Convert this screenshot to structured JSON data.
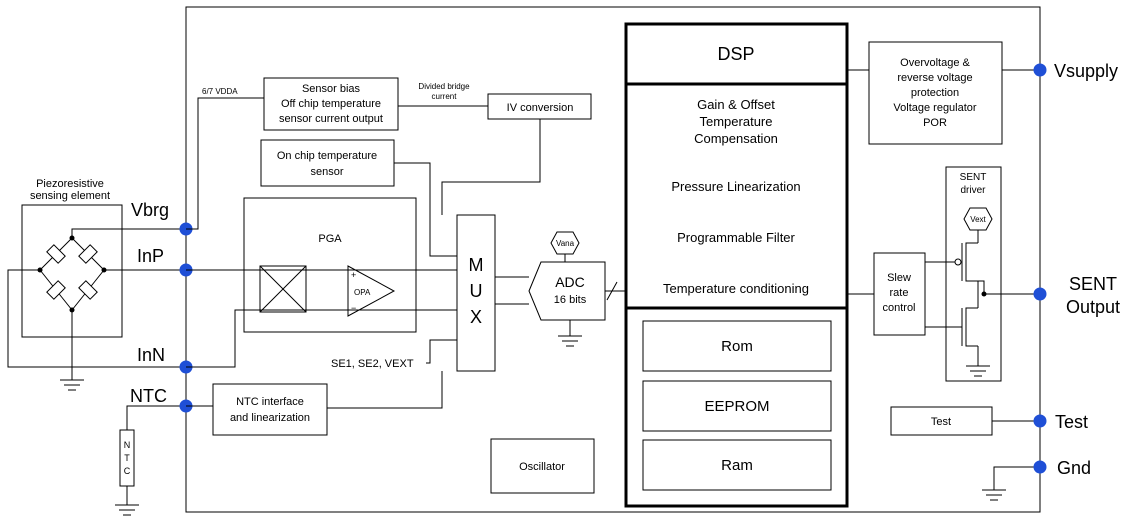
{
  "pins": {
    "vbrg": "Vbrg",
    "inp": "InP",
    "inn": "InN",
    "ntc": "NTC",
    "vsupply": "Vsupply",
    "sent_output_line1": "SENT",
    "sent_output_line2": "Output",
    "test": "Test",
    "gnd": "Gnd"
  },
  "sensing": {
    "title_line1": "Piezoresistive",
    "title_line2": "sensing element"
  },
  "ntc_resistor": {
    "letters": [
      "N",
      "T",
      "C"
    ]
  },
  "sensor_bias": {
    "line1": "Sensor bias",
    "line2": "Off chip temperature",
    "line3": "sensor current output",
    "vdda_label": "6/7 VDDA"
  },
  "divided_bridge": {
    "line1": "Divided bridge",
    "line2": "current"
  },
  "iv_conversion": "IV conversion",
  "on_chip_temp": {
    "line1": "On chip temperature",
    "line2": "sensor"
  },
  "pga": {
    "title": "PGA",
    "opa": "OPA",
    "plus": "+",
    "minus": "−"
  },
  "mux": {
    "letters": [
      "M",
      "U",
      "X"
    ],
    "inputs_label": "SE1, SE2, VEXT"
  },
  "vana": "Vana",
  "adc": {
    "line1": "ADC",
    "line2": "16 bits"
  },
  "ntc_interface": {
    "line1": "NTC interface",
    "line2": "and linearization"
  },
  "oscillator": "Oscillator",
  "dsp": {
    "title": "DSP",
    "gain_line1": "Gain & Offset",
    "gain_line2": "Temperature",
    "gain_line3": "Compensation",
    "pressure": "Pressure Linearization",
    "filter": "Programmable Filter",
    "temp_cond": "Temperature conditioning"
  },
  "memory": {
    "rom": "Rom",
    "eeprom": "EEPROM",
    "ram": "Ram"
  },
  "overvoltage": {
    "line1": "Overvoltage &",
    "line2": "reverse voltage",
    "line3": "protection",
    "line4": "Voltage regulator",
    "line5": "POR"
  },
  "slew": {
    "line1": "Slew",
    "line2": "rate",
    "line3": "control"
  },
  "sent_driver": {
    "line1": "SENT",
    "line2": "driver",
    "vext": "Vext"
  },
  "test_block": "Test",
  "colors": {
    "pin_dot": "#1f4fd6",
    "line": "#000000",
    "background": "#ffffff"
  }
}
